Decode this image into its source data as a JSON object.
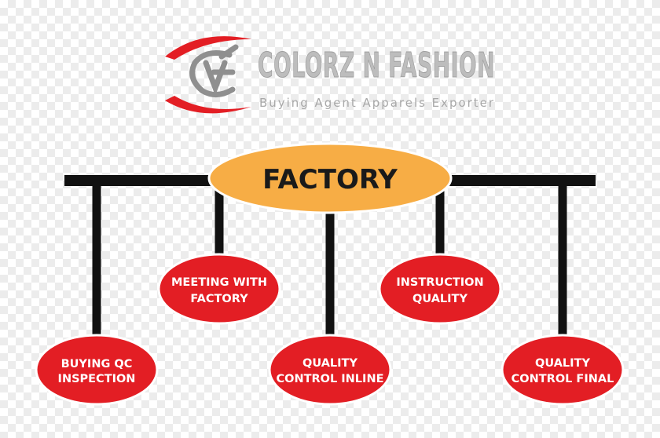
{
  "logo": {
    "brand": "COLORZ N FASHION",
    "tagline": "Buying Agent Apparels Exporter"
  },
  "root": {
    "label": "FACTORY"
  },
  "nodes": [
    {
      "id": "buying-qc-inspection",
      "lines": [
        "BUYING QC",
        "INSPECTION"
      ]
    },
    {
      "id": "meeting-with-factory",
      "lines": [
        "MEETING WITH",
        "FACTORY"
      ]
    },
    {
      "id": "quality-control-inline",
      "lines": [
        "QUALITY",
        "CONTROL INLINE"
      ]
    },
    {
      "id": "instruction-quality",
      "lines": [
        "INSTRUCTION",
        "QUALITY"
      ]
    },
    {
      "id": "quality-control-final",
      "lines": [
        "QUALITY",
        "CONTROL FINAL"
      ]
    }
  ],
  "colors": {
    "root_fill": "#f7ad45",
    "node_fill": "#e31e24",
    "node_stroke": "#ffffff",
    "connector": "#111111",
    "logo_swoosh": "#e31e24"
  }
}
